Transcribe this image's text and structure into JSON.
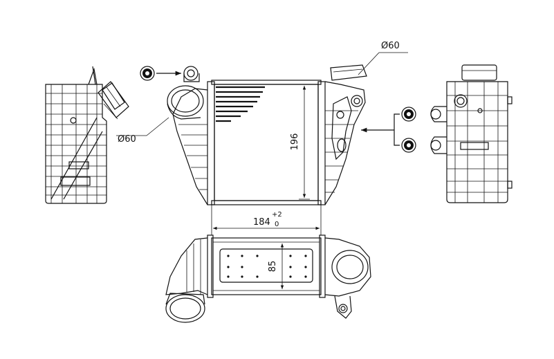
{
  "dimensions": {
    "diameter_left": "Ø60",
    "diameter_right": "Ø60",
    "height": "196",
    "width_base": "184",
    "width_upper_tol": "+2",
    "width_lower_tol": "0",
    "depth": "85"
  }
}
